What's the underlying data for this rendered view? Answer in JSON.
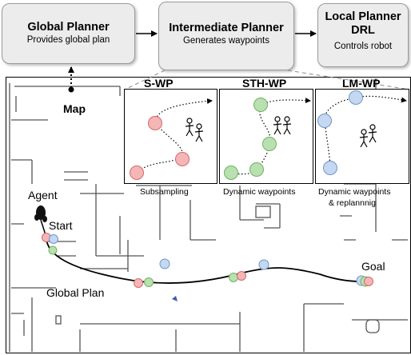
{
  "planners": {
    "global": {
      "title": "Global Planner",
      "subtitle": "Provides global plan"
    },
    "intermediate": {
      "title": "Intermediate Planner",
      "subtitle": "Generates waypoints"
    },
    "local": {
      "title_line1": "Local Planner",
      "title_line2": "DRL",
      "subtitle": "Controls robot"
    }
  },
  "map_label": "Map",
  "panels": [
    {
      "title": "S-WP",
      "caption": "Subsampling"
    },
    {
      "title": "STH-WP",
      "caption": "Dynamic waypoints"
    },
    {
      "title": "LM-WP",
      "caption_line1": "Dynamic waypoints",
      "caption_line2": "& replannnig"
    }
  ],
  "map": {
    "agent": "Agent",
    "start": "Start",
    "goal": "Goal",
    "plan": "Global Plan"
  },
  "colors": {
    "red_fill": "#f4b6b6",
    "red_stroke": "#d46a6a",
    "green_fill": "#b9e0b0",
    "green_stroke": "#6fb262",
    "blue_fill": "#c5d8f2",
    "blue_stroke": "#6f95c9",
    "box_fill": "#ececec"
  }
}
